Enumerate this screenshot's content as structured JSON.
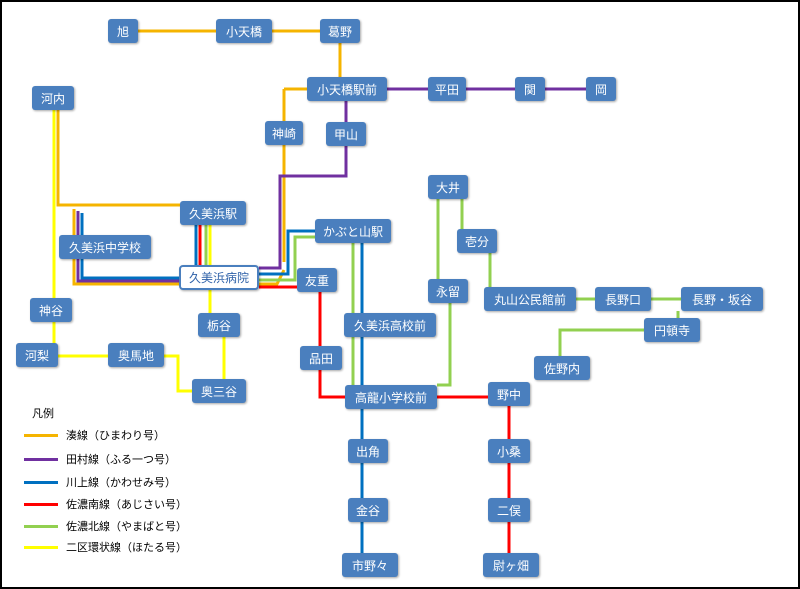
{
  "colors": {
    "minato": "#f5b400",
    "tamura": "#7030a0",
    "kawakami": "#0070c0",
    "sanonan": "#ff0000",
    "sanohoku": "#92d050",
    "niku": "#ffff00",
    "station_bg": "#4a7fbe"
  },
  "stations": {
    "asahi": "旭",
    "kotenbashi": "小天橋",
    "kuzuno": "葛野",
    "kotenbashi_eki": "小天橋駅前",
    "hirata": "平田",
    "seki": "関",
    "oka": "岡",
    "kouchi": "河内",
    "kanzaki": "神崎",
    "kouyama": "甲山",
    "omi": "大井",
    "ichibu": "壱分",
    "kumihama_eki": "久美浜駅",
    "kumihama_chu": "久美浜中学校",
    "kabuto_eki": "かぶと山駅",
    "kumihama_byoin": "久美浜病院",
    "tomoshige": "友重",
    "nagadome": "永留",
    "maruyama": "丸山公民館前",
    "nagano_guchi": "長野口",
    "nagano_sakatani": "長野・坂谷",
    "kamitani": "神谷",
    "tochitani": "栃谷",
    "kumihama_kou": "久美浜高校前",
    "entonji": "円頓寺",
    "kouri": "河梨",
    "umaji": "奥馬地",
    "shinada": "品田",
    "sanonai": "佐野内",
    "okusantani": "奥三谷",
    "takaryu": "高龍小学校前",
    "nonaka": "野中",
    "dekado": "出角",
    "okuwa": "小桑",
    "kanaya": "金谷",
    "futamata": "二俣",
    "ichinono": "市野々",
    "tsurugahata": "尉ヶ畑"
  },
  "legend": {
    "title": "凡例",
    "items": [
      {
        "label": "湊線（ひまわり号）",
        "color": "#f5b400"
      },
      {
        "label": "田村線（ふる一つ号）",
        "color": "#7030a0"
      },
      {
        "label": "川上線（かわせみ号）",
        "color": "#0070c0"
      },
      {
        "label": "佐濃南線（あじさい号）",
        "color": "#ff0000"
      },
      {
        "label": "佐濃北線（やまばと号）",
        "color": "#92d050"
      },
      {
        "label": "二区環状線（ほたる号）",
        "color": "#ffff00"
      }
    ]
  }
}
